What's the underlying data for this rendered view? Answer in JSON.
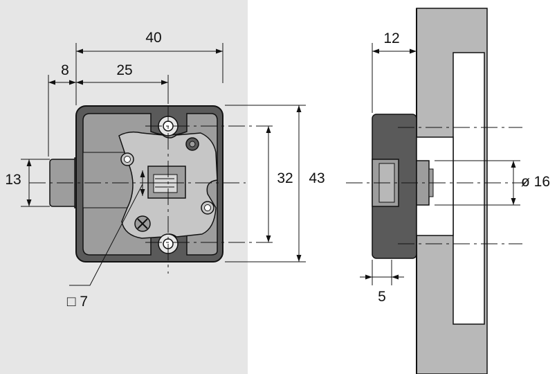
{
  "drawing": {
    "front_view": {
      "dim_overall_width": "40",
      "dim_bolt_offset": "8",
      "dim_hole_offset": "25",
      "dim_bolt_height": "13",
      "dim_hole_spacing": "32",
      "dim_overall_height": "43",
      "dim_square_drive": "□ 7"
    },
    "side_view": {
      "dim_depth": "12",
      "dim_collar": "5",
      "dim_diameter": "ø 16"
    },
    "colors": {
      "panel_background": "#e6e6e6",
      "body_dark": "#5a5a5a",
      "body_light": "#9d9d9d",
      "board_grey": "#b8b8b8",
      "line": "#111111"
    }
  }
}
